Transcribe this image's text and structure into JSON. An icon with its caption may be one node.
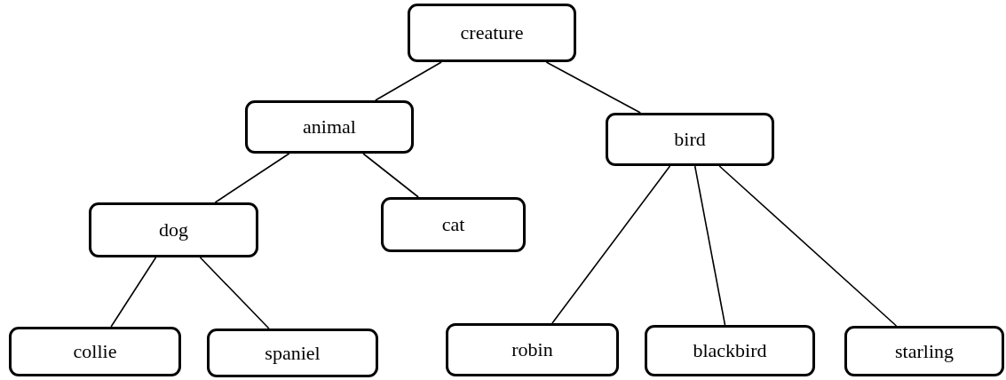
{
  "diagram": {
    "nodes": [
      {
        "text": [
          "creature"
        ]
      },
      {
        "text": [
          "animal"
        ]
      },
      {
        "text": [
          "bird"
        ]
      },
      {
        "text": [
          "dog"
        ]
      },
      {
        "text": [
          "cat"
        ]
      },
      {
        "text": [
          "collie"
        ]
      },
      {
        "text": [
          "spaniel"
        ]
      },
      {
        "text": [
          "robin"
        ]
      },
      {
        "text": [
          "blackbird"
        ]
      },
      {
        "text": [
          "starling"
        ]
      }
    ],
    "edges": [
      {
        "from": 0,
        "to": 1,
        "arrow": "none"
      },
      {
        "from": 0,
        "to": 2,
        "arrow": "none"
      },
      {
        "from": 1,
        "to": 3,
        "arrow": "none"
      },
      {
        "from": 1,
        "to": 4,
        "arrow": "none"
      },
      {
        "from": 3,
        "to": 5,
        "arrow": "none"
      },
      {
        "from": 3,
        "to": 6,
        "arrow": "none"
      },
      {
        "from": 2,
        "to": 7,
        "arrow": "none"
      },
      {
        "from": 2,
        "to": 8,
        "arrow": "none"
      },
      {
        "from": 2,
        "to": 9,
        "arrow": "none"
      }
    ]
  }
}
